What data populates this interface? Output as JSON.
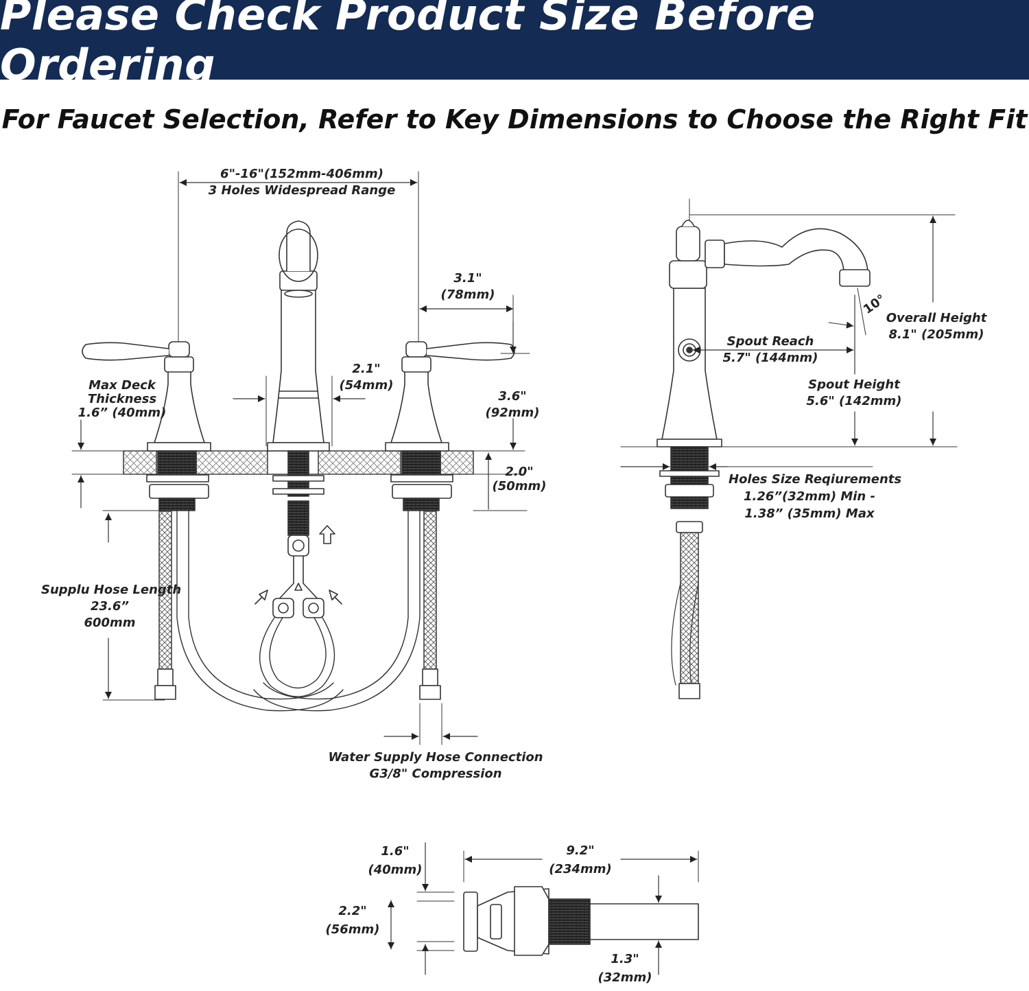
{
  "header": {
    "title": "Please Check Product Size Before Ordering",
    "subtitle": "For Faucet Selection, Refer to Key Dimensions to Choose the Right Fit",
    "banner_color": "#142b54"
  },
  "front_view": {
    "widespread": {
      "line1": "6\"-16\"(152mm-406mm)",
      "line2": "3 Holes Widespread Range"
    },
    "handle_offset": {
      "line1": "3.1\"",
      "line2": "(78mm)"
    },
    "spout_base": {
      "line1": "2.1\"",
      "line2": "(54mm)"
    },
    "handle_height": {
      "line1": "3.6\"",
      "line2": "(92mm)"
    },
    "deck": {
      "line1": "Max Deck",
      "line2": "Thickness",
      "line3": "1.6” (40mm)"
    },
    "shank": {
      "line1": "2.0\"",
      "line2": "(50mm)"
    },
    "hose_length": {
      "line1": "Supplu Hose Length",
      "line2": "23.6”",
      "line3": "600mm"
    },
    "connection": {
      "line1": "Water Supply Hose Connection",
      "line2": "G3/8\" Compression"
    }
  },
  "side_view": {
    "angle": "10°",
    "overall_height": {
      "line1": "Overall Height",
      "line2": "8.1\" (205mm)"
    },
    "spout_reach": {
      "line1": "Spout Reach",
      "line2": "5.7\" (144mm)"
    },
    "spout_height": {
      "line1": "Spout Height",
      "line2": "5.6\" (142mm)"
    },
    "holes": {
      "line1": "Holes Size Reqiurements",
      "line2": "1.26”(32mm) Min -",
      "line3": "1.38” (35mm) Max"
    }
  },
  "drain_view": {
    "flange_height": {
      "line1": "1.6\"",
      "line2": "(40mm)"
    },
    "flange_dia": {
      "line1": "2.2\"",
      "line2": "(56mm)"
    },
    "length": {
      "line1": "9.2\"",
      "line2": "(234mm)"
    },
    "tail_dia": {
      "line1": "1.3\"",
      "line2": "(32mm)"
    }
  }
}
